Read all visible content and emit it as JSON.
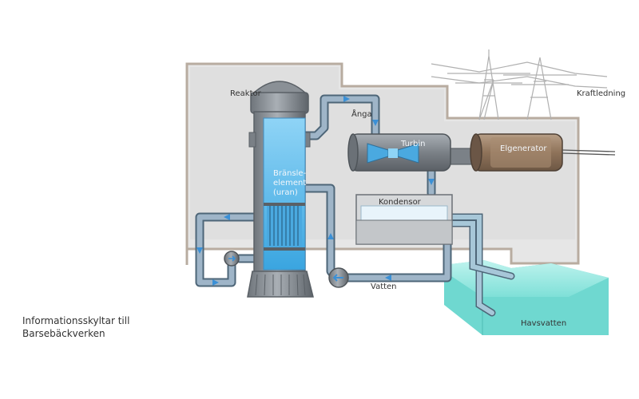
{
  "labels": {
    "reactor": "Reaktor",
    "fuel_line1": "Bränsle-",
    "fuel_line2": "element",
    "fuel_line3": "(uran)",
    "steam": "Ånga",
    "turbine": "Turbin",
    "generator": "Elgenerator",
    "power_line": "Kraftledning",
    "condenser": "Kondensor",
    "water": "Vatten",
    "sea_water": "Havsvatten"
  },
  "caption": {
    "line1": "Informationsskyltar till",
    "line2": "Barsebäckverken"
  },
  "colors": {
    "building": "#dcdcdc",
    "building_edge": "#b8aca0",
    "pipe": "#9fb5c8",
    "pipe_edge": "#4e6678",
    "water_blue": "#5fb8e6",
    "sea": "#6fd8d0",
    "metal": "#8d9399",
    "generator": "#9c7f66"
  }
}
